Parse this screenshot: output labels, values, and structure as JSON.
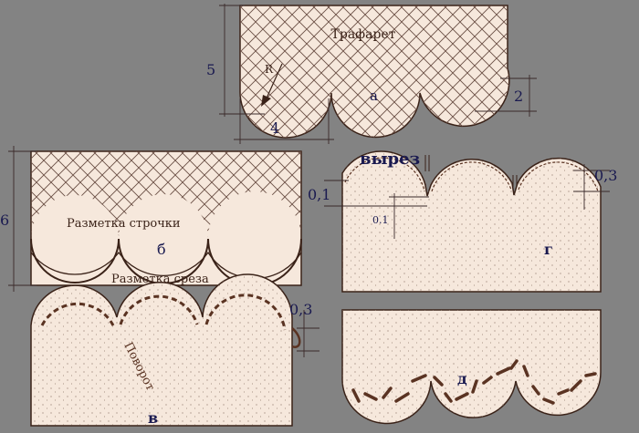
{
  "background": "#838383",
  "colors": {
    "fabric": "#f6e8dc",
    "outline": "#3a2218",
    "grid": "#6a4e44",
    "stitch": "#5a3322",
    "dims": "#3a2a2a",
    "dim_text": "#1a1a50"
  },
  "panel_a": {
    "title": "Трафарет",
    "radius_label": "R",
    "letter": "а",
    "dim_height": "5",
    "dim_width": "4",
    "dim_depth": "2"
  },
  "panel_b": {
    "stitch_label": "Разметка строчки",
    "cut_label": "Разметка среза",
    "letter": "б",
    "dim_height": "6"
  },
  "panel_g": {
    "notch_label": "вырез",
    "dim_left": "0,1",
    "dim_inner": "0.1",
    "dim_right": "0,3",
    "letter": "г"
  },
  "panel_v": {
    "turn_label": "Поворот",
    "dim_offset": "0,3",
    "letter": "в"
  },
  "panel_d": {
    "letter": "д"
  }
}
